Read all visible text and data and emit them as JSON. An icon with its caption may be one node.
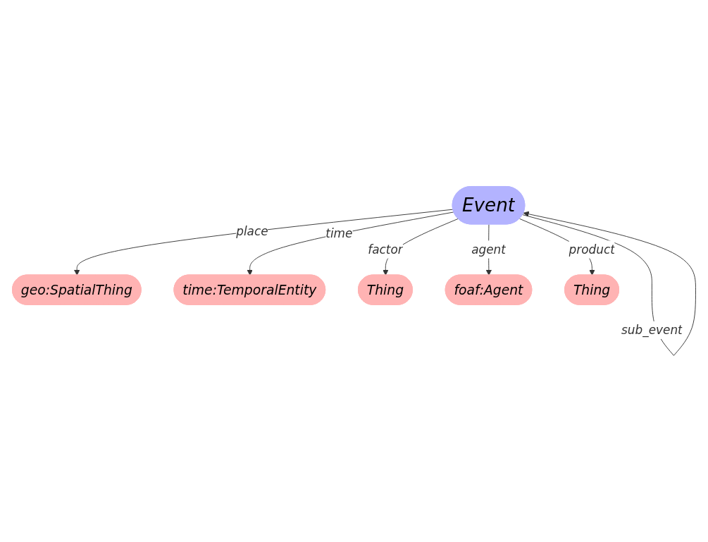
{
  "diagram": {
    "nodes": [
      {
        "text": [
          "geo:SpatialThing"
        ]
      },
      {
        "text": [
          "time:TemporalEntity"
        ]
      },
      {
        "text": [
          "Thing"
        ]
      },
      {
        "text": [
          "foaf:Agent"
        ]
      },
      {
        "text": [
          "Event"
        ]
      },
      {
        "text": [
          "Thing"
        ]
      }
    ],
    "edges": [
      {
        "from": 4,
        "to": 4,
        "arrow": "to",
        "label": "sub_event"
      },
      {
        "from": 4,
        "to": 0,
        "arrow": "to",
        "label": "place"
      },
      {
        "from": 4,
        "to": 1,
        "arrow": "to",
        "label": "time"
      },
      {
        "from": 4,
        "to": 2,
        "arrow": "to",
        "label": "factor"
      },
      {
        "from": 4,
        "to": 3,
        "arrow": "to",
        "label": "agent"
      },
      {
        "from": 4,
        "to": 5,
        "arrow": "to",
        "label": "product"
      }
    ]
  }
}
